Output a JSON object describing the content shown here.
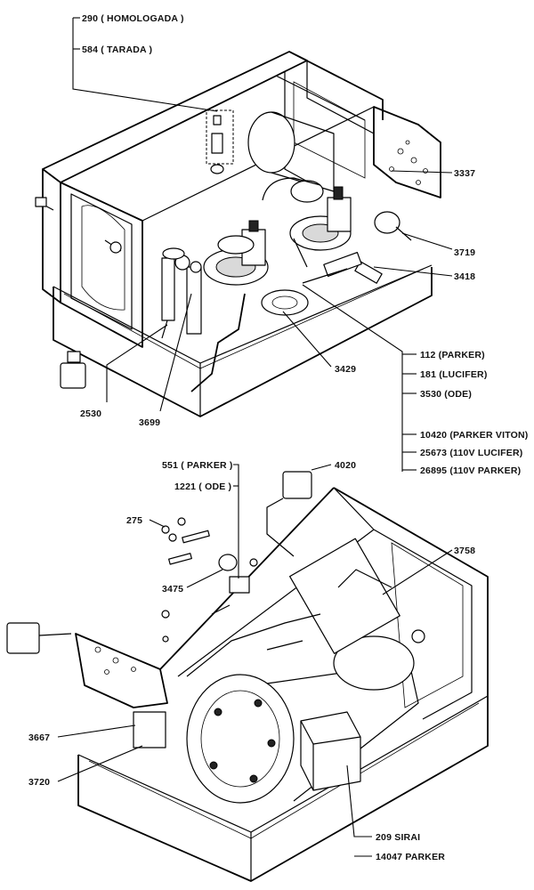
{
  "labels": {
    "l290": "290 ( HOMOLOGADA )",
    "l584": "584 ( TARADA )",
    "l3337": "3337",
    "l3719": "3719",
    "l3418": "3418",
    "l3429": "3429",
    "l112": "112 (PARKER)",
    "l181": "181 (LUCIFER)",
    "l3530": "3530 (ODE)",
    "l10420": "10420 (PARKER VITON)",
    "l25673": "25673 (110V LUCIFER)",
    "l26895": "26895 (110V PARKER)",
    "l2530": "2530",
    "l3699": "3699",
    "l551": "551 ( PARKER )",
    "l1221": "1221 ( ODE )",
    "l4020": "4020",
    "l275": "275",
    "l3475": "3475",
    "l3758": "3758",
    "l3667": "3667",
    "l3720": "3720",
    "l209": "209 SIRAI",
    "l14047": "14047 PARKER"
  }
}
